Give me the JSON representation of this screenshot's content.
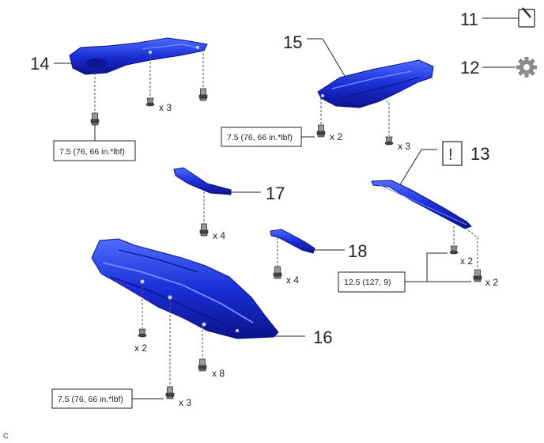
{
  "callouts": {
    "c11": "11",
    "c12": "12",
    "c13": "13",
    "c14": "14",
    "c15": "15",
    "c16": "16",
    "c17": "17",
    "c18": "18"
  },
  "torque": {
    "t14": "7.5 (76, 66 in.*lbf)",
    "t15": "7.5 (76, 66 in.*lbf)",
    "t13": "12.5 (127, 9)",
    "t16": "7.5 (76, 66 in.*lbf)"
  },
  "quantities": {
    "q14_clip": "x 3",
    "q15_bolt": "x 2",
    "q15_clip": "x 3",
    "q17": "x 4",
    "q18": "x 4",
    "q13_clip": "x 2",
    "q13_bolt": "x 2",
    "q16_left": "x 2",
    "q16_mid": "x 8",
    "q16_bottom": "x 3"
  },
  "caution_mark": "!",
  "corner_code": "C",
  "colors": {
    "part_blue": "#1a2fd6",
    "part_dark": "#0b138a",
    "part_light": "#4f6cff",
    "fastener_grey": "#555555",
    "gear_grey": "#8a8a8a"
  },
  "icons": [
    "pen-icon",
    "gear-icon",
    "caution-icon"
  ]
}
